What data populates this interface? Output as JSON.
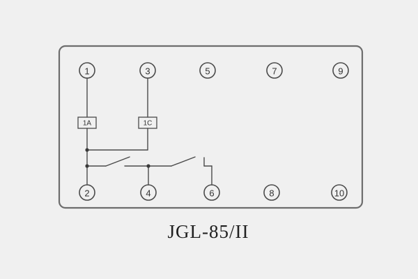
{
  "caption": "JGL-85/II",
  "terminals": {
    "top": [
      "1",
      "3",
      "5",
      "7",
      "9"
    ],
    "bottom": [
      "2",
      "4",
      "6",
      "8",
      "10"
    ]
  },
  "coils": {
    "left": "1A",
    "right": "1C"
  },
  "colors": {
    "background": "#f0f0f0",
    "line": "#4a4a4a",
    "case_outline": "#6d6d6d",
    "text": "#333333"
  }
}
